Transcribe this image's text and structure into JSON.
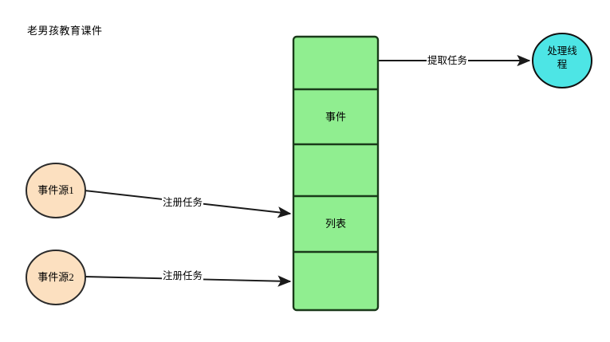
{
  "page": {
    "title_text": "老男孩教育课件",
    "background_color": "#ffffff"
  },
  "colors": {
    "event_source_fill": "#fce0c0",
    "event_source_stroke": "#2b2b2b",
    "stack_fill": "#90ee90",
    "stack_stroke": "#1a3a1a",
    "thread_fill": "#4de5e5",
    "thread_stroke": "#111111",
    "edge_stroke": "#1a1a1a",
    "text_color": "#000000"
  },
  "nodes": {
    "event_source_1": {
      "label": "事件源1",
      "shape": "ellipse"
    },
    "event_source_2": {
      "label": "事件源2",
      "shape": "ellipse"
    },
    "thread": {
      "label_line1": "处理线",
      "label_line2": "程",
      "shape": "ellipse"
    }
  },
  "stack": {
    "name": "event-list-stack",
    "segments": [
      {
        "label": ""
      },
      {
        "label": "事件"
      },
      {
        "label": ""
      },
      {
        "label": "列表"
      },
      {
        "label": ""
      }
    ]
  },
  "edges": [
    {
      "name": "edge-register-task-1",
      "label": "注册任务",
      "from": "event_source_1",
      "to": "stack"
    },
    {
      "name": "edge-register-task-2",
      "label": "注册任务",
      "from": "event_source_2",
      "to": "stack"
    },
    {
      "name": "edge-fetch-task",
      "label": "提取任务",
      "from": "stack",
      "to": "thread"
    }
  ]
}
